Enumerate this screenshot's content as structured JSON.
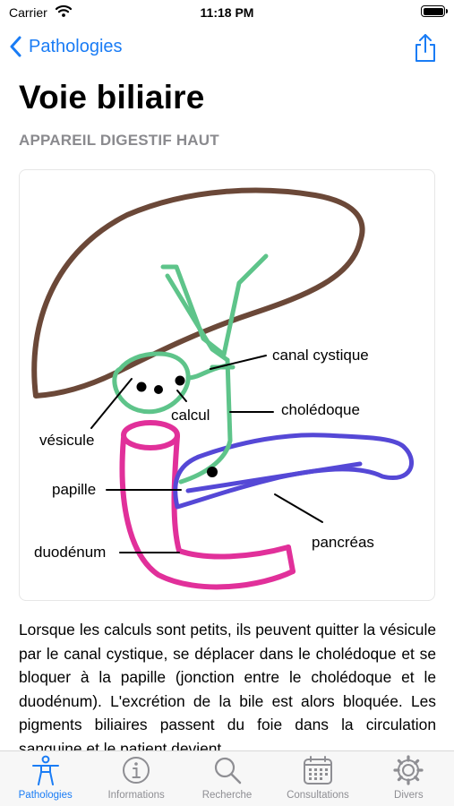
{
  "status_bar": {
    "carrier": "Carrier",
    "time": "11:18 PM",
    "battery_level": 1.0
  },
  "nav": {
    "back_label": "Pathologies",
    "back_icon": "chevron-left-icon",
    "share_icon": "share-icon"
  },
  "header": {
    "title": "Voie biliaire",
    "subtitle": "APPAREIL DIGESTIF HAUT"
  },
  "diagram": {
    "labels": {
      "canal_cystique": "canal cystique",
      "choledoque": "cholédoque",
      "calcul": "calcul",
      "vesicule": "vésicule",
      "papille": "papille",
      "pancreas": "pancréas",
      "duodenum": "duodénum"
    },
    "colors": {
      "liver": "#6b4838",
      "bile_ducts": "#5ec48a",
      "pancreas": "#5548d6",
      "duodenum": "#e1309a",
      "stones": "#000000"
    }
  },
  "body_text": "Lorsque les calculs sont petits, ils peuvent quitter la vésicule par le canal cystique, se déplacer dans le cholédoque et se bloquer à la papille (jonction entre le cholédoque et le duodénum). L'excrétion de la bile est alors bloquée. Les pigments biliaires passent du foie dans la circulation sanguine et le patient devient",
  "tab_bar": {
    "accent_color": "#1a7cf5",
    "inactive_color": "#8e8e93",
    "tabs": [
      {
        "label": "Pathologies",
        "icon": "person-icon",
        "active": true
      },
      {
        "label": "Informations",
        "icon": "info-icon",
        "active": false
      },
      {
        "label": "Recherche",
        "icon": "search-icon",
        "active": false
      },
      {
        "label": "Consultations",
        "icon": "calendar-icon",
        "active": false
      },
      {
        "label": "Divers",
        "icon": "gear-icon",
        "active": false
      }
    ]
  }
}
